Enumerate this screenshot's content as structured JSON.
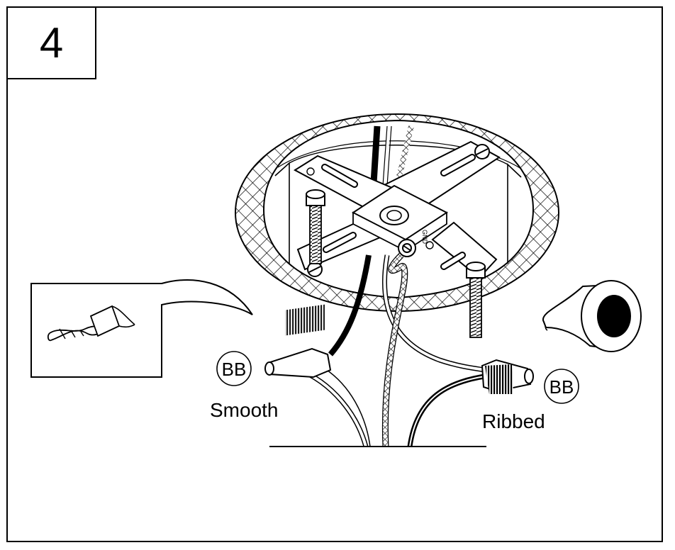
{
  "step": {
    "number": "4"
  },
  "parts": [
    {
      "id": "BB",
      "label": "BB"
    },
    {
      "id": "BB",
      "label": "BB"
    }
  ],
  "connectors": {
    "left_label": "Smooth",
    "right_label": "Ribbed"
  },
  "icons": [
    "step-number-box",
    "ceiling-outlet-box",
    "mounting-crossbar",
    "mounting-screw-icon",
    "ground-screw-icon",
    "wire-nut-icon",
    "electrical-tape-icon",
    "wire-twist-detail-icon"
  ],
  "colors": {
    "line": "#000000",
    "background": "#ffffff"
  }
}
